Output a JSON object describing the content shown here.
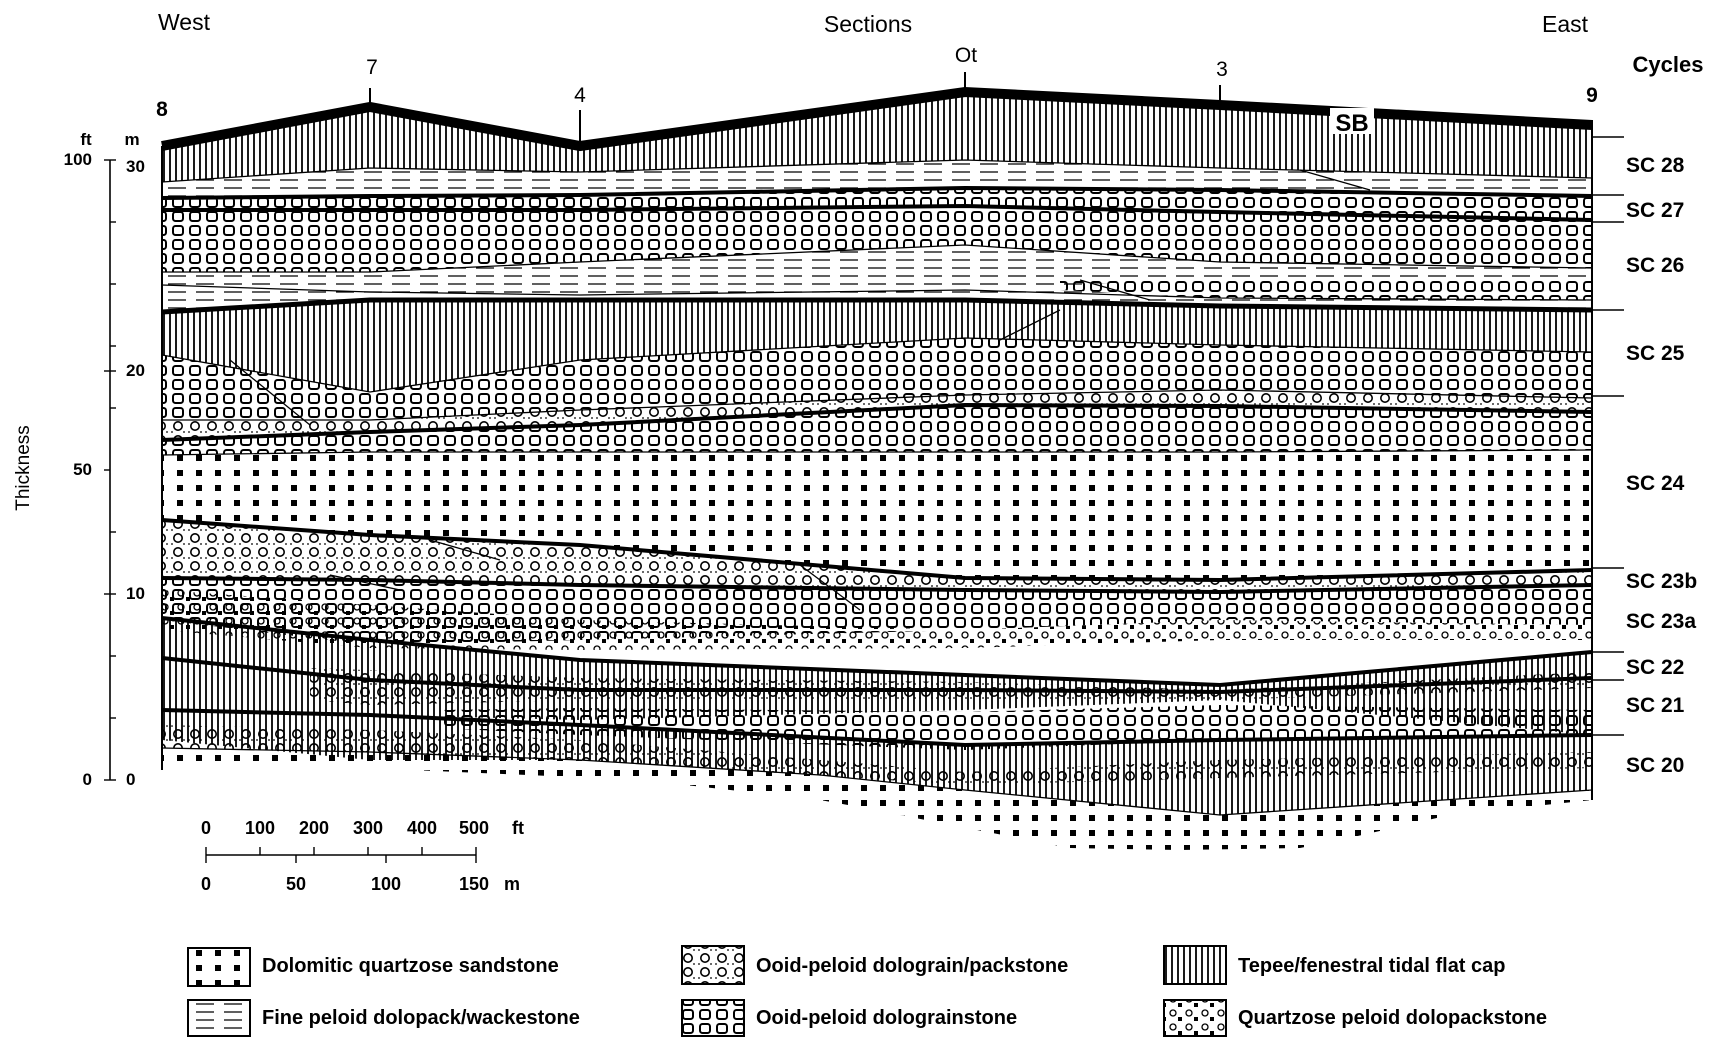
{
  "header": {
    "west": "West",
    "title": "Sections",
    "east": "East",
    "cycles_heading": "Cycles",
    "sb_label": "SB"
  },
  "sections": [
    {
      "label": "8"
    },
    {
      "label": "7"
    },
    {
      "label": "4"
    },
    {
      "label": "Ot"
    },
    {
      "label": "3"
    },
    {
      "label": "9"
    }
  ],
  "axis": {
    "title": "Thickness",
    "ft_unit": "ft",
    "m_unit": "m",
    "ft_ticks": [
      "100",
      "50",
      "0"
    ],
    "m_ticks": [
      "30",
      "20",
      "10",
      "0"
    ]
  },
  "cycles": [
    "SC 28",
    "SC 27",
    "SC 26",
    "SC 25",
    "SC 24",
    "SC 23b",
    "SC 23a",
    "SC 22",
    "SC 21",
    "SC 20"
  ],
  "scale_bar": {
    "ft_ticks": [
      "0",
      "100",
      "200",
      "300",
      "400",
      "500"
    ],
    "ft_unit": "ft",
    "m_ticks": [
      "0",
      "50",
      "100",
      "150"
    ],
    "m_unit": "m"
  },
  "legend": [
    {
      "label": "Dolomitic quartzose sandstone",
      "pattern": "sand"
    },
    {
      "label": "Fine peloid dolopack/wackestone",
      "pattern": "dash"
    },
    {
      "label": "Ooid-peloid dolograin/packstone",
      "pattern": "ooidpack"
    },
    {
      "label": "Ooid-peloid dolograinstone",
      "pattern": "ooidgrain"
    },
    {
      "label": "Tepee/fenestral tidal flat cap",
      "pattern": "vert"
    },
    {
      "label": "Quartzose peloid dolopackstone",
      "pattern": "qpeloid"
    }
  ]
}
